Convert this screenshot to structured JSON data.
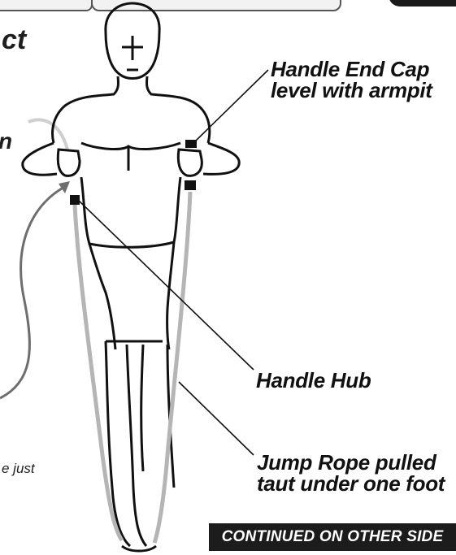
{
  "title_fragment": "ct",
  "side_fragment": "n",
  "small_fragment": "e just",
  "labels": {
    "end_cap": [
      "Handle End Cap",
      "level with armpit"
    ],
    "hub": "Handle Hub",
    "rope": [
      "Jump Rope pulled",
      "taut under one foot"
    ]
  },
  "banner": "CONTINUED ON OTHER SIDE",
  "colors": {
    "rope": "#b5b5b5",
    "ink": "#111111",
    "arrow": "#6e6e6e",
    "banner_bg": "#1c1c1c"
  }
}
